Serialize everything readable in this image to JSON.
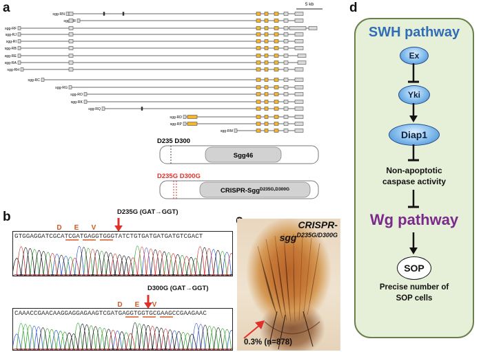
{
  "panels": {
    "a": "a",
    "b": "b",
    "c": "c",
    "d": "d"
  },
  "panel_a": {
    "scale_bar": "5 kb",
    "isoforms": [
      "sgg-RN",
      "sgg-RR",
      "sgg-RF",
      "sgg-RJ",
      "sgg-RI",
      "sgg-RB",
      "sgg-RE",
      "sgg-RA",
      "sgg-RH",
      "sgg-RC",
      "sgg-RG",
      "sgg-RO",
      "sgg-RK",
      "sgg-RQ",
      "sgg-RD",
      "sgg-RP",
      "sgg-RM"
    ],
    "wt_sites": "D235 D300",
    "wt_protein": "Sgg46",
    "mut_sites": "D235G D300G",
    "mut_protein": "CRISPR-Sgg",
    "mut_protein_sup": "D235G,D300G"
  },
  "panel_b": {
    "top": {
      "mutation": "D235G (GAT→GGT)",
      "motif": [
        "D",
        "E",
        "V"
      ],
      "sequence": "GTGGAGGATCGCATCGATGAGGTGGGTATCTGTGATGATGATGTCGACT"
    },
    "bottom": {
      "mutation": "D300G (GAT→GGT)",
      "motif": [
        "D",
        "E",
        "V"
      ],
      "sequence": "CAAACCGAACAAGGAGGAGAAGTCGATGAGGTGGTGCGAAGCCGAAGAAC"
    }
  },
  "panel_c": {
    "label_line1": "CRISPR-",
    "label_line2": "sgg",
    "label_sup": "D235G/D300G",
    "frequency": "0.3% (n=878)"
  },
  "panel_d": {
    "swh_title": "SWH pathway",
    "nodes": {
      "ex": "Ex",
      "yki": "Yki",
      "diap1": "Diap1"
    },
    "caspase_line1": "Non-apoptotic",
    "caspase_line2": "caspase activity",
    "wg_title": "Wg pathway",
    "sop": "SOP",
    "result_line1": "Precise number of",
    "result_line2": "SOP cells"
  },
  "colors": {
    "exon_coding": "#f2b632",
    "exon_utr": "#d9d9d9",
    "swh_blue": "#2f6db5",
    "wg_purple": "#7a2a8a",
    "mutation_red": "#e0302a",
    "panel_d_bg": "#e6efd8"
  }
}
